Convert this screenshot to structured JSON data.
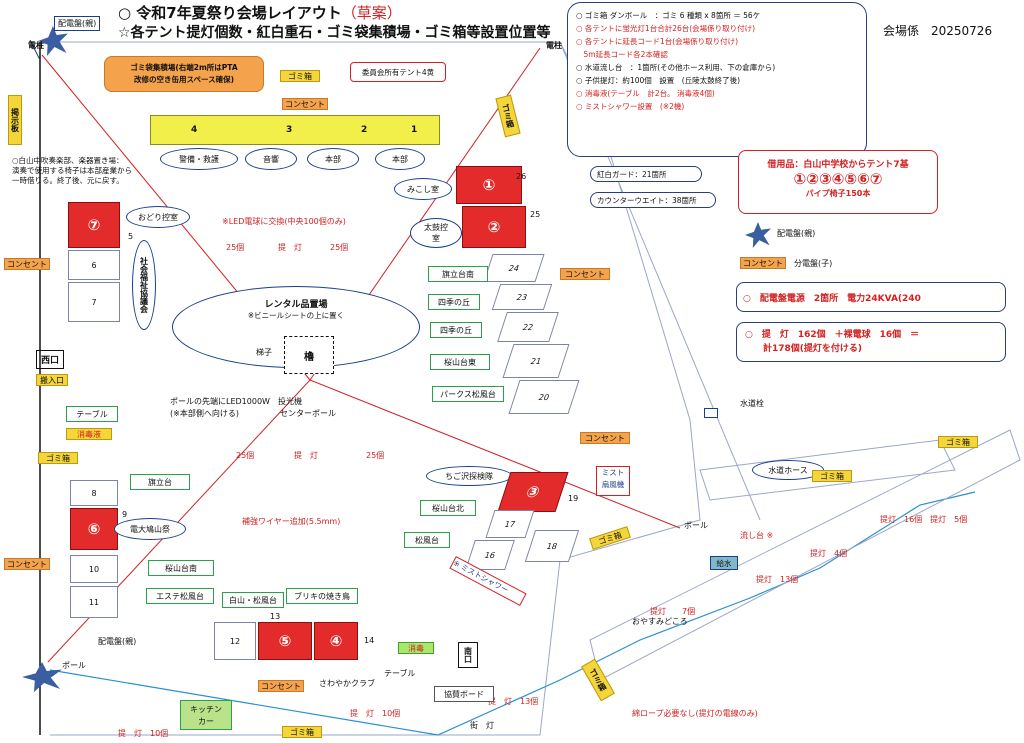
{
  "header": {
    "title": "○ 令和7年夏祭り会場レイアウト",
    "draft": "（草案）",
    "subtitle": "☆各テント提灯個数・紅白重石・ゴミ袋集積場・ゴミ箱等設置位置等",
    "staff_date": "会場係　20250726"
  },
  "info": {
    "lines": [
      "○ ゴミ箱 ダンボール　：ゴミ 6 種類 x 8箇所 ＝ 56ケ",
      "○ 各テントに蛍光灯1台合計26台(会場係り取り付け)",
      "○ 各テントに延長コード1台(会場係り取り付け)",
      "　5m延長コード各2本確認",
      "○ 水道流し台　：1箇所(その他ホース利用、下の倉庫から)",
      "○ 子供提灯：約100個　設置　(丘陵太鼓終了後)",
      "○ 消毒液(テーブル　計2台。 消毒液4個)",
      "○ ミストシャワー設置　(※2機)"
    ],
    "line_colors": [
      "#111111",
      "#d42020",
      "#d42020",
      "#d42020",
      "#111111",
      "#111111",
      "#d42020",
      "#d42020"
    ]
  },
  "borrowed": {
    "title": "借用品：白山中学校からテント7基",
    "numbers": "①②③④⑤⑥⑦",
    "chairs": "パイプ椅子150本"
  },
  "power": {
    "panel_text": "○　配電盤電源　2箇所　電力24KVA(240",
    "lantern_text": "○　提　灯　162個　＋裸電球　16個　＝",
    "lantern_total": "計178個(提灯を付ける)"
  },
  "gomi_notes": {
    "collection": "ゴミ袋集積場(右端2m所はPTA\n改修の空き缶用スペース確保)",
    "committee": "委員会所有テント4黄",
    "gomibako": "ゴミ箱",
    "consent": "コンセント"
  },
  "yellow_tents": [
    "4",
    "3",
    "2",
    "1"
  ],
  "tent_ovals": [
    "警備・救護",
    "音響",
    "本部",
    "本部"
  ],
  "left_note": "○白山中吹奏楽部、楽器置き場：\n演奏で使用する椅子は本部産業から\n一時借りる。終了後、元に戻す。",
  "left_side": {
    "dance": "おどり控室",
    "social": "社会福祉協議会",
    "nishiguchi": "西口",
    "entrance": "搬入口",
    "table": "テーブル",
    "disinfect": "消毒液",
    "pole_left": "電柱",
    "pole_right": "電柱",
    "board": "掲示板",
    "panel": "配電盤(親)",
    "pole": "ポール",
    "kitchen": "キッチン\nカー"
  },
  "center": {
    "led_note": "※LED電球に交換(中央100個のみ)",
    "rental": "レンタル品置場",
    "rental_note": "※ビニールシートの上に置く",
    "yagura": "櫓",
    "hashigo": "梯子",
    "pole_note": "ポールの先端にLED1000W　投光機",
    "pole_note2": "(※本部側へ向ける)",
    "center_pole": "センターポール",
    "wire_note": "補強ワイヤー追加(5.5mm)",
    "lantern_words": "提　灯",
    "count25": "25個"
  },
  "right_side": {
    "mikoshi": "みこし室",
    "taiko": "太鼓控\n室",
    "kouhaku": "紅白ガード：21箇所",
    "counter": "カウンターウエイト：38箇所",
    "panel_oya": "配電盤(親)",
    "panel_ko": "分電盤(子)",
    "suidou": "水道栓",
    "hose": "水道ホース",
    "pole": "ポール",
    "nagashi": "流し台 ※",
    "kyusui": "給水",
    "mist": "ミスト\n扇風機",
    "mist_shower": "※ ミストシャワー",
    "chigosawa": "ちご沢探検隊",
    "kyousan": "協賛ボード",
    "minamiguchi": "南口",
    "table2": "テーブル",
    "disinfect2": "消毒",
    "gaitou": "街　灯",
    "rest": "おやすみどころ",
    "rope_note": "綿ロープ必要なし(提灯の電線のみ)",
    "sawayaka": "さわやかクラブ"
  },
  "booths": [
    "旗立台南",
    "四季の丘",
    "四季の丘",
    "桜山台東",
    "パークス松風台",
    "旗立台",
    "電大鳩山祭",
    "桜山台南",
    "エステ松風台",
    "白山・松風台",
    "ブリキの焼き鳥",
    "桜山台北",
    "松風台"
  ],
  "plot_numbers": [
    "26",
    "25",
    "24",
    "23",
    "22",
    "21",
    "20",
    "5",
    "6",
    "7",
    "8",
    "9",
    "10",
    "11",
    "12",
    "13",
    "14",
    "17",
    "16",
    "18",
    "19"
  ],
  "lanterns": {
    "a": "提　灯　10個",
    "b": "提　灯　10個",
    "c": "提　灯　13個",
    "d": "提灯　　7個",
    "e": "提灯　13個",
    "f": "提灯　4個",
    "g": "提灯　16個　提灯　5個"
  },
  "colors": {
    "red": "#e42b2b",
    "orange": "#f4a24b",
    "yellow": "#f2ef4a",
    "navy": "#1a3f8a",
    "green": "#2aa04a"
  }
}
